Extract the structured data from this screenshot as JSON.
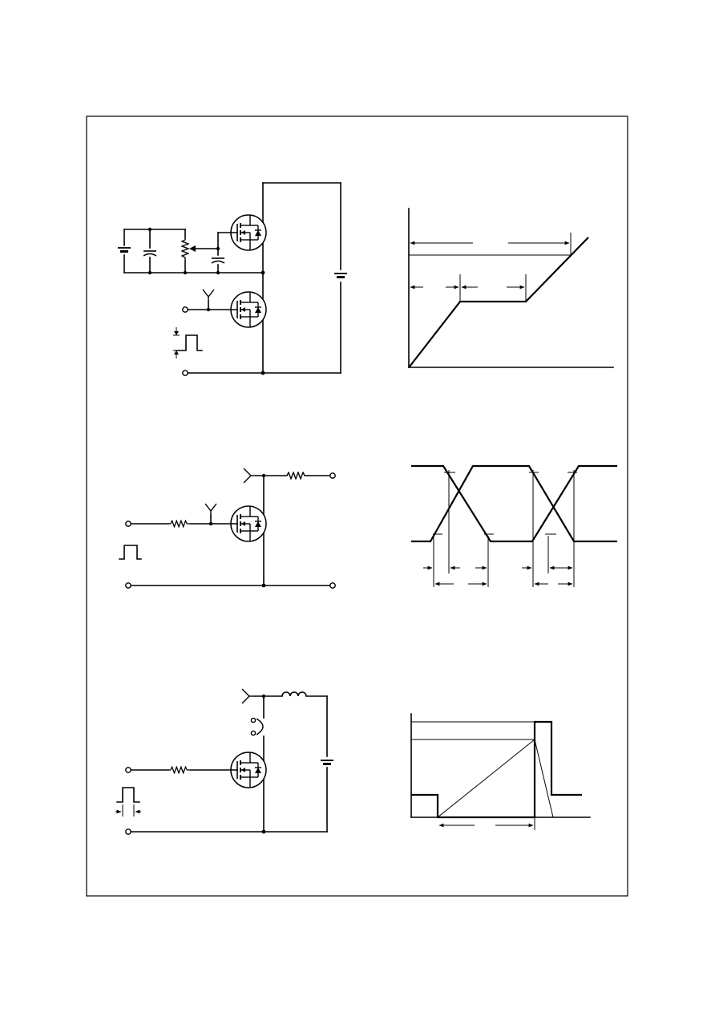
{
  "page": {
    "background": "#ffffff",
    "line_color": "#000000"
  },
  "figures": [
    {
      "id": "gate-charge",
      "circuit": "gate-charge-test-circuit",
      "waveform": "gate-charge-waveform"
    },
    {
      "id": "resistive-switching",
      "circuit": "resistive-switching-test-circuit",
      "waveform": "resistive-switching-waveforms"
    },
    {
      "id": "unclamped-inductive-switching",
      "circuit": "unclamped-inductive-switching-test-circuit",
      "waveform": "unclamped-inductive-switching-waveforms"
    }
  ]
}
